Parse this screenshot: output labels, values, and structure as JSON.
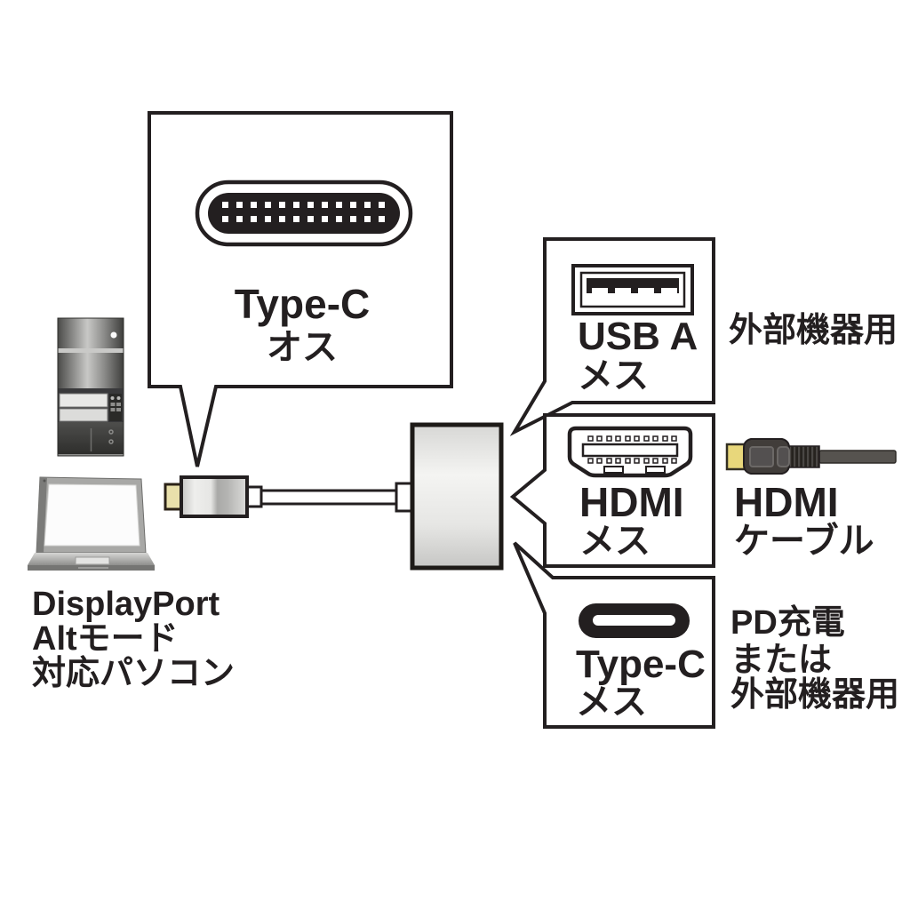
{
  "colors": {
    "ink": "#231f20",
    "white": "#ffffff",
    "plug_tip_beige": "#e9e0ab",
    "hdmi_plug_gold": "#e8d77b",
    "hdmi_connector_gray": "#413d3a",
    "cable_gray": "#56534f",
    "adapter_gray_light": "#f4f4f2",
    "adapter_gray_dark": "#c6c6c4",
    "device_gray": "#8a8a88"
  },
  "icons": {
    "typec-male-connector-icon": "rounded pill with two rows of pin squares",
    "desktop-tower-icon": "gray tower pc",
    "laptop-icon": "open laptop",
    "usbc-plug-icon": "usb-c cable plug",
    "adapter-body": "gray adapter box",
    "usb-a-port-icon": "usb-a receptacle",
    "hdmi-port-icon": "hdmi receptacle",
    "typec-port-icon": "usb-c receptacle",
    "hdmi-cable-icon": "hdmi cable with plug"
  },
  "callout_typec_male": {
    "line1": "Type-C",
    "line2": "オス"
  },
  "pc_label": {
    "line1": "DisplayPort",
    "line2": "Altモード",
    "line3": "対応パソコン"
  },
  "usb_a": {
    "line1": "USB A",
    "line2": "メス",
    "usage": "外部機器用"
  },
  "hdmi": {
    "line1": "HDMI",
    "line2": "メス"
  },
  "hdmi_cable_label": {
    "line1": "HDMI",
    "line2": "ケーブル"
  },
  "typec_female": {
    "line1": "Type-C",
    "line2": "メス"
  },
  "typec_usage": {
    "line1": "PD充電",
    "line2": "または",
    "line3": "外部機器用"
  }
}
